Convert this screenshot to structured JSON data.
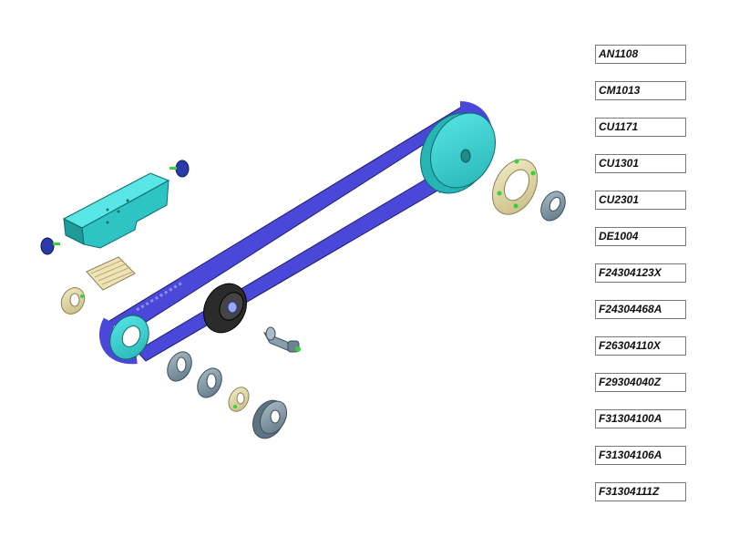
{
  "colors": {
    "belt": "#4a48d8",
    "belt_dark": "#2b2a9e",
    "cyan_part": "#38d2d2",
    "cyan_dark": "#1e9a9a",
    "bearing": "#8aa0ae",
    "bearing_dark": "#5e7482",
    "brass": "#e6dca8",
    "brass_dark": "#b7ab72",
    "knob": "#2a3aa8",
    "pin": "#36d236",
    "idler": "#2b2b2b"
  },
  "parts": [
    {
      "code": "AN1108"
    },
    {
      "code": "CM1013"
    },
    {
      "code": "CU1171"
    },
    {
      "code": "CU1301"
    },
    {
      "code": "CU2301"
    },
    {
      "code": "DE1004"
    },
    {
      "code": "F24304123X"
    },
    {
      "code": "F24304468A"
    },
    {
      "code": "F26304110X"
    },
    {
      "code": "F29304040Z"
    },
    {
      "code": "F31304100A"
    },
    {
      "code": "F31304106A"
    },
    {
      "code": "F31304111Z"
    }
  ]
}
